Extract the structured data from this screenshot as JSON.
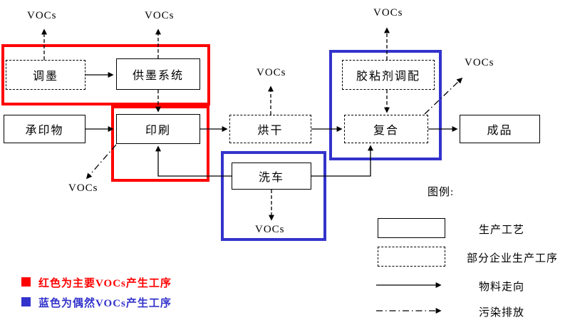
{
  "nodes": {
    "ink_mixing": "调墨",
    "ink_supply": "供墨系统",
    "substrate": "承印物",
    "printing": "印刷",
    "drying": "烘干",
    "washing": "洗车",
    "adhesive_prep": "胶粘剂调配",
    "laminating": "复合",
    "finished_product": "成品"
  },
  "vocs_label": "VOCs",
  "legend": {
    "title": "图例:",
    "items": [
      {
        "symbol": "solid-box",
        "label": "生产工艺"
      },
      {
        "symbol": "dashed-box",
        "label": "部分企业生产工序"
      },
      {
        "symbol": "solid-arrow",
        "label": "物料走向"
      },
      {
        "symbol": "dashdot-arrow",
        "label": "污染排放"
      }
    ]
  },
  "notes": [
    {
      "color": "#ff0000",
      "text": "红色为主要VOCs产生工序"
    },
    {
      "color": "#3333cc",
      "text": "蓝色为偶然VOCs产生工序"
    }
  ],
  "colors": {
    "highlight_red": "#ff0000",
    "highlight_blue": "#3333cc",
    "line": "#000000",
    "background": "#ffffff"
  }
}
